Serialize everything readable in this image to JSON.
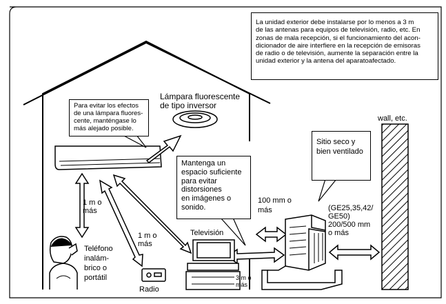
{
  "notes": {
    "top_right": [
      "La unidad exterior debe instalarse por lo menos a 3 m",
      "de las antenas para equipos de televisión, radio, etc. En",
      "zonas de mala recepción, si el funcionamiento del acon-",
      "dicionador de aire interfiere en la recepción de emisoras",
      "de radio o de televisión, aumente la separación entre la",
      "unidad exterior y la antena del aparatoafectado."
    ],
    "fluorescent_warning": [
      "Para evitar los efectos",
      "de una lámpara fluores-",
      "cente, manténgase lo",
      "más alejado posible."
    ],
    "space_callout": [
      "Mantenga un",
      "espacio suficiente",
      "para evitar",
      "distorsiones",
      "en imágenes o",
      "sonido."
    ],
    "dry_place": [
      "Sitio seco y",
      "bien ventilado"
    ]
  },
  "labels": {
    "lamp": [
      "Lámpara fluorescente",
      "de tipo inversor"
    ],
    "wall": "wall, etc.",
    "dist_1m_left": [
      "1 m o",
      "más"
    ],
    "dist_1m_radio": [
      "1 m o",
      "más"
    ],
    "dist_100mm": [
      "100 mm o",
      "más"
    ],
    "models": [
      "(GE25,35,42/",
      "GE50)",
      "200/500 mm",
      "o más"
    ],
    "dist_3m": [
      "3 m o",
      "más"
    ],
    "phone": [
      "Teléfono",
      "inalám-",
      "brico o",
      "portátil"
    ],
    "radio": "Radio",
    "tv": "Televisión"
  }
}
